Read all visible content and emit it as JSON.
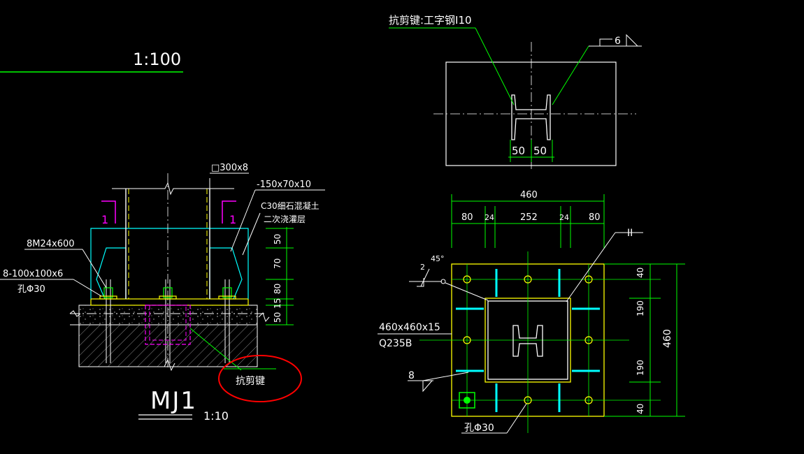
{
  "colors": {
    "background": "#000000",
    "white": "#ffffff",
    "green": "#00ff00",
    "cyan": "#00ffff",
    "yellow": "#ffff00",
    "magenta": "#ff00ff",
    "red": "#ff0000",
    "gray": "#9a9a9a"
  },
  "top_left": {
    "scale": "1:100"
  },
  "section": {
    "label_tube": "□300x8",
    "label_plate": "-150x70x10",
    "label_concrete_1": "C30细石混凝土",
    "label_concrete_2": "二次浇灌层",
    "label_bolts": "8M24x600",
    "label_washer_1": "8-100x100x6",
    "label_washer_2": "孔Φ30",
    "label_shear_key": "抗剪键",
    "section_mark": "1",
    "dims": [
      "50",
      "70",
      "80",
      "15",
      "50"
    ]
  },
  "title": {
    "name": "MJ1",
    "scale": "1:10"
  },
  "detail_top": {
    "label_shear_key": "抗剪键:工字钢I10",
    "weld_size": "6",
    "dim_left": "50",
    "dim_right": "50"
  },
  "plan": {
    "overall_top": "460",
    "dims_top": [
      "80",
      "24",
      "252",
      "24",
      "80"
    ],
    "dims_right": [
      "40",
      "190",
      "190",
      "40"
    ],
    "overall_right": "460",
    "plate_label_1": "460x460x15",
    "plate_label_2": "Q235B",
    "weld_left": "8",
    "angle": "45°",
    "angle_num": "2",
    "hole_label": "孔Φ30",
    "callout_symbol": "II"
  }
}
